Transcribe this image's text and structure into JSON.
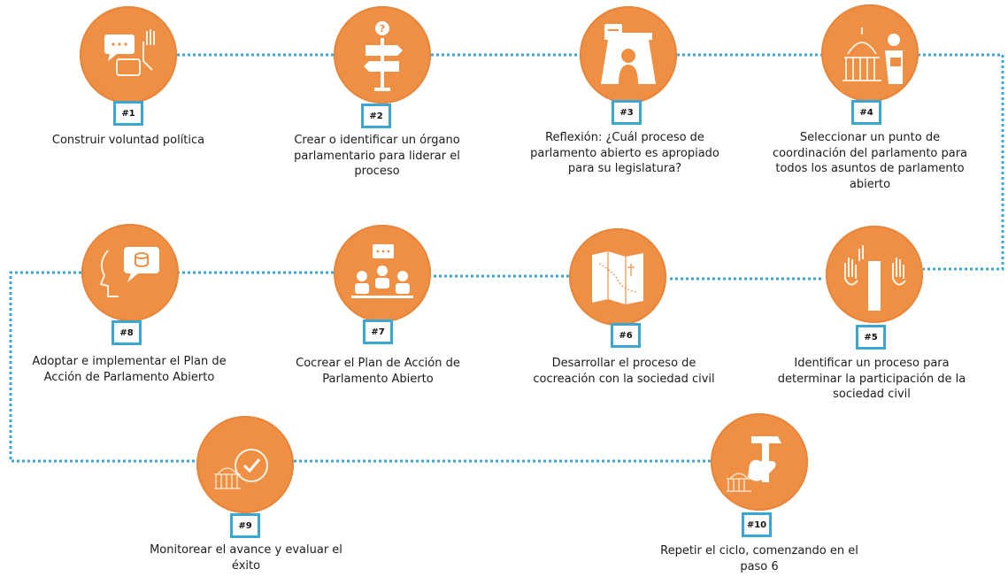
{
  "diagram": {
    "accent_color": "#ee8f43",
    "badge_border_color": "#3aa6d4",
    "connector_color": "#3aa6d4",
    "steps": [
      {
        "number": "#1",
        "text": "Construir voluntad política",
        "icon": "speech-bubbles-icon"
      },
      {
        "number": "#2",
        "text": "Crear o identificar un órgano parlamentario para liderar el proceso",
        "icon": "signpost-icon"
      },
      {
        "number": "#3",
        "text": "Reflexión: ¿Cuál proceso de parlamento abierto es apropiado para su legislatura?",
        "icon": "thinking-person-icon"
      },
      {
        "number": "#4",
        "text": "Seleccionar un punto de coordinación del parlamento para todos los asuntos de parlamento abierto",
        "icon": "parliament-person-icon"
      },
      {
        "number": "#5",
        "text": "Identificar un proceso para determinar la participación de la sociedad civil",
        "icon": "raised-hands-icon"
      },
      {
        "number": "#6",
        "text": "Desarrollar el proceso de cocreación con la sociedad civil",
        "icon": "map-icon"
      },
      {
        "number": "#7",
        "text": "Cocrear el Plan de Acción de Parlamento Abierto",
        "icon": "group-discussion-icon"
      },
      {
        "number": "#8",
        "text": "Adoptar e implementar el Plan de Acción de Parlamento Abierto",
        "icon": "speaking-head-icon"
      },
      {
        "number": "#9",
        "text": "Monitorear el avance y evaluar el éxito",
        "icon": "checkmark-icon"
      },
      {
        "number": "#10",
        "text": "Repetir el ciclo, comenzando en el paso 6",
        "icon": "hammer-icon"
      }
    ]
  }
}
